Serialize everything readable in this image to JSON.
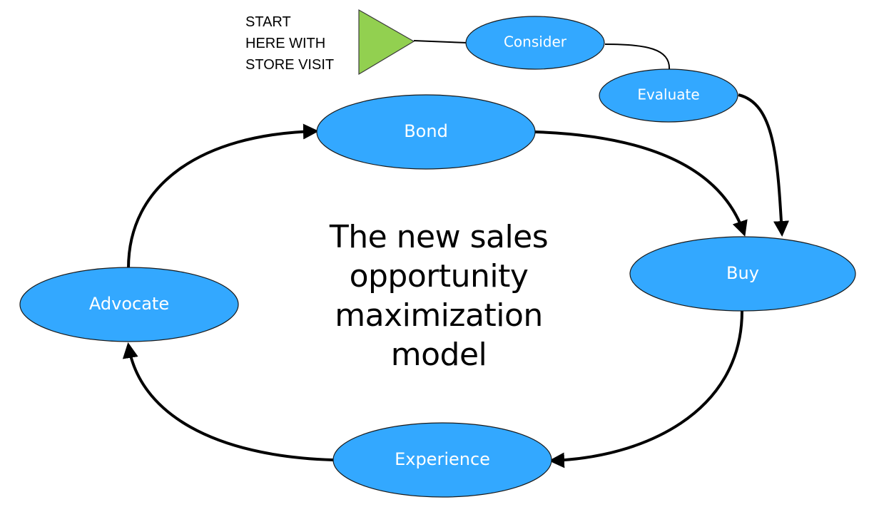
{
  "start_note": {
    "lines": [
      "START",
      "HERE WITH",
      "STORE VISIT"
    ]
  },
  "title": {
    "lines": [
      "The new sales",
      "opportunity",
      "maximization",
      "model"
    ]
  },
  "nodes": {
    "consider": "Consider",
    "evaluate": "Evaluate",
    "bond": "Bond",
    "buy": "Buy",
    "experience": "Experience",
    "advocate": "Advocate"
  },
  "colors": {
    "node_fill": "#33a8ff",
    "node_stroke": "#1a1a1a",
    "arrow": "#000000",
    "start_triangle": "#92d050"
  }
}
